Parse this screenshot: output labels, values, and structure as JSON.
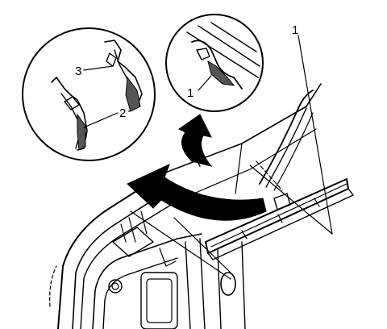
{
  "diagram": {
    "callouts": [
      {
        "id": "callout-1-main",
        "label": "1"
      },
      {
        "id": "callout-1-detail",
        "label": "1"
      },
      {
        "id": "callout-2",
        "label": "2"
      },
      {
        "id": "callout-3",
        "label": "3"
      }
    ],
    "arrows": [
      {
        "id": "small-curved-arrow",
        "direction": "up"
      },
      {
        "id": "large-curved-arrow",
        "direction": "up-left"
      }
    ],
    "colors": {
      "ink": "#000000",
      "paper": "#ffffff"
    }
  }
}
